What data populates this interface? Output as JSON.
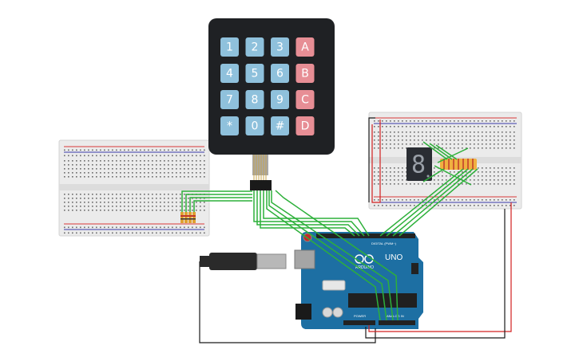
{
  "canvas": {
    "background": "#ffffff"
  },
  "keypad": {
    "rows": [
      [
        "1",
        "2",
        "3",
        "A"
      ],
      [
        "4",
        "5",
        "6",
        "B"
      ],
      [
        "7",
        "8",
        "9",
        "C"
      ],
      [
        "*",
        "0",
        "#",
        "D"
      ]
    ],
    "colors": {
      "body": "#1f2124",
      "digit_key": "#8fc1dc",
      "letter_key": "#e78e95"
    }
  },
  "arduino": {
    "logo_text": "UNO",
    "brand": "ARDUINO",
    "digital_label": "DIGITAL (PWM~)",
    "analog_label": "ANALOG IN",
    "power_label": "POWER",
    "colors": {
      "board": "#1d6fa3",
      "header": "#222222"
    }
  },
  "breadboard": {
    "colors": {
      "body": "#ebebeb",
      "hole": "#6a6a6a",
      "rail_red": "#d83a3a",
      "rail_blue": "#3a3aa8"
    }
  },
  "seven_segment": {
    "digit": "8",
    "colors": {
      "body": "#2a2d33",
      "segment": "#9aa0a8"
    }
  },
  "wires": {
    "colors": {
      "signal": "#2db03a",
      "power": "#d32020",
      "ground": "#1a1a1a"
    }
  },
  "usb": {
    "colors": {
      "cable": "#2a2a2a",
      "connector": "#b8b8b8"
    }
  }
}
